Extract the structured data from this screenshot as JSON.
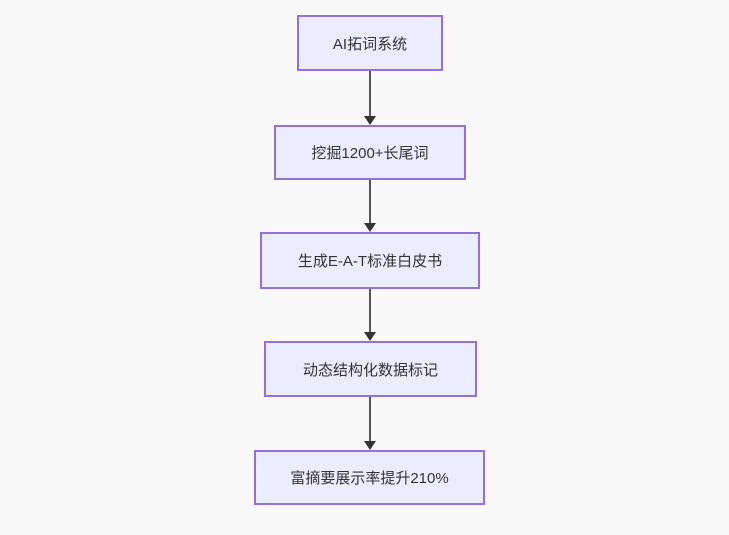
{
  "flowchart": {
    "type": "flowchart-top-down",
    "nodes": [
      {
        "id": "A",
        "label": "AI拓词系统"
      },
      {
        "id": "B",
        "label": "挖掘1200+长尾词"
      },
      {
        "id": "C",
        "label": "生成E-A-T标准白皮书"
      },
      {
        "id": "D",
        "label": "动态结构化数据标记"
      },
      {
        "id": "E",
        "label": "富摘要展示率提升210%"
      }
    ],
    "edges": [
      {
        "from": "A",
        "to": "B"
      },
      {
        "from": "B",
        "to": "C"
      },
      {
        "from": "C",
        "to": "D"
      },
      {
        "from": "D",
        "to": "E"
      }
    ]
  },
  "colors": {
    "background": "#f9f9f9",
    "node_fill": "#ECECFF",
    "node_border": "#9370DB",
    "edge_line": "#555555",
    "arrowhead": "#333333",
    "text": "#333333"
  }
}
